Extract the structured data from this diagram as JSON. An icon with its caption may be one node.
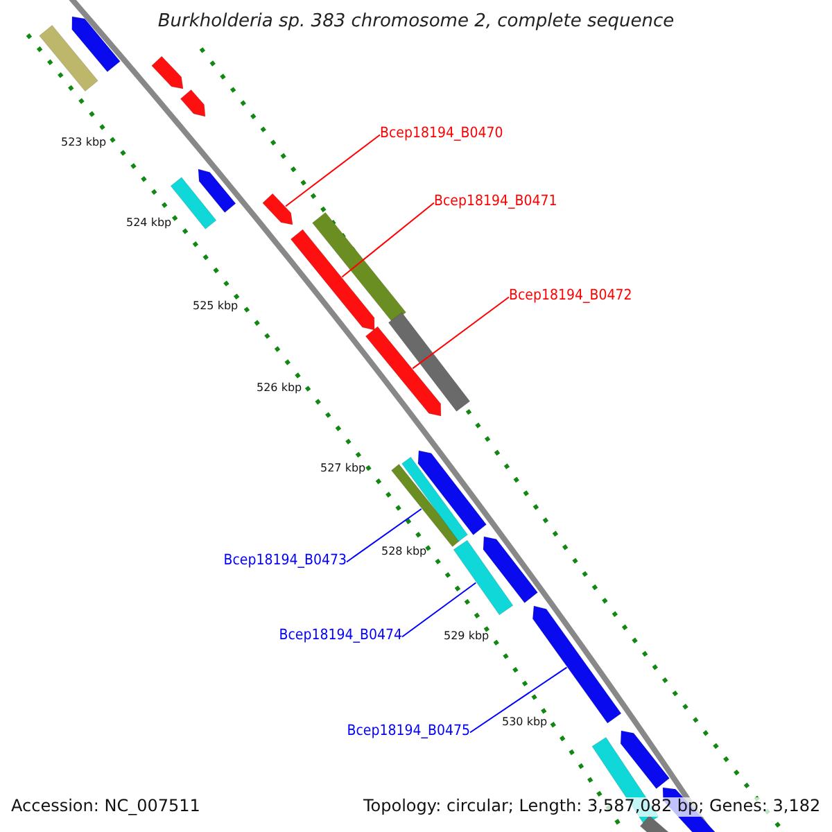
{
  "diagram": {
    "title": "Burkholderia sp. 383 chromosome 2, complete sequence",
    "nodes": [
      {
        "text": [
          "Bcep18194_B0470"
        ]
      },
      {
        "text": [
          "Bcep18194_B0471"
        ]
      },
      {
        "text": [
          "Bcep18194_B0472"
        ]
      },
      {
        "text": [
          "Bcep18194_B0473"
        ]
      },
      {
        "text": [
          "Bcep18194_B0474"
        ]
      },
      {
        "text": [
          "Bcep18194_B0475"
        ]
      },
      {
        "text": [],
        "shape": "bar"
      },
      {
        "text": [],
        "shape": "pentagon"
      },
      {
        "text": [],
        "shape": "pentagon"
      },
      {
        "text": [],
        "shape": "pentagon"
      },
      {
        "text": [],
        "shape": "bar"
      },
      {
        "text": [],
        "shape": "pentagon"
      },
      {
        "text": [],
        "shape": "pentagon"
      },
      {
        "text": [],
        "shape": "bar"
      },
      {
        "text": [],
        "shape": "bar"
      },
      {
        "text": [],
        "shape": "pentagon"
      },
      {
        "text": [],
        "shape": "pentagon"
      },
      {
        "text": [],
        "shape": "bar"
      },
      {
        "text": [],
        "shape": "bar"
      },
      {
        "text": [],
        "shape": "bar"
      },
      {
        "text": [],
        "shape": "pentagon"
      },
      {
        "text": [],
        "shape": "pentagon"
      },
      {
        "text": [],
        "shape": "pentagon"
      },
      {
        "text": [],
        "shape": "bar"
      },
      {
        "text": [],
        "shape": "pentagon"
      },
      {
        "text": [],
        "shape": "pentagon"
      },
      {
        "text": [],
        "shape": "bar"
      }
    ],
    "edges": [
      {
        "from": 0,
        "to": 12,
        "arrow": "none",
        "color": "#ff0000"
      },
      {
        "from": 1,
        "to": 15,
        "arrow": "none",
        "color": "#ff0000"
      },
      {
        "from": 2,
        "to": 16,
        "arrow": "none",
        "color": "#ff0000"
      },
      {
        "from": 3,
        "to": 17,
        "arrow": "none",
        "color": "#0000ff"
      },
      {
        "from": 4,
        "to": 19,
        "arrow": "none",
        "color": "#0000ff"
      },
      {
        "from": 5,
        "to": 22,
        "arrow": "none",
        "color": "#0000ff"
      }
    ],
    "labels": [
      "523 kbp",
      "524 kbp",
      "525 kbp",
      "526 kbp",
      "527 kbp",
      "528 kbp",
      "529 kbp",
      "530 kbp",
      "Accession: NC_007511",
      "Topology: circular; Length: 3,587,082 bp; Genes: 3,182"
    ]
  }
}
